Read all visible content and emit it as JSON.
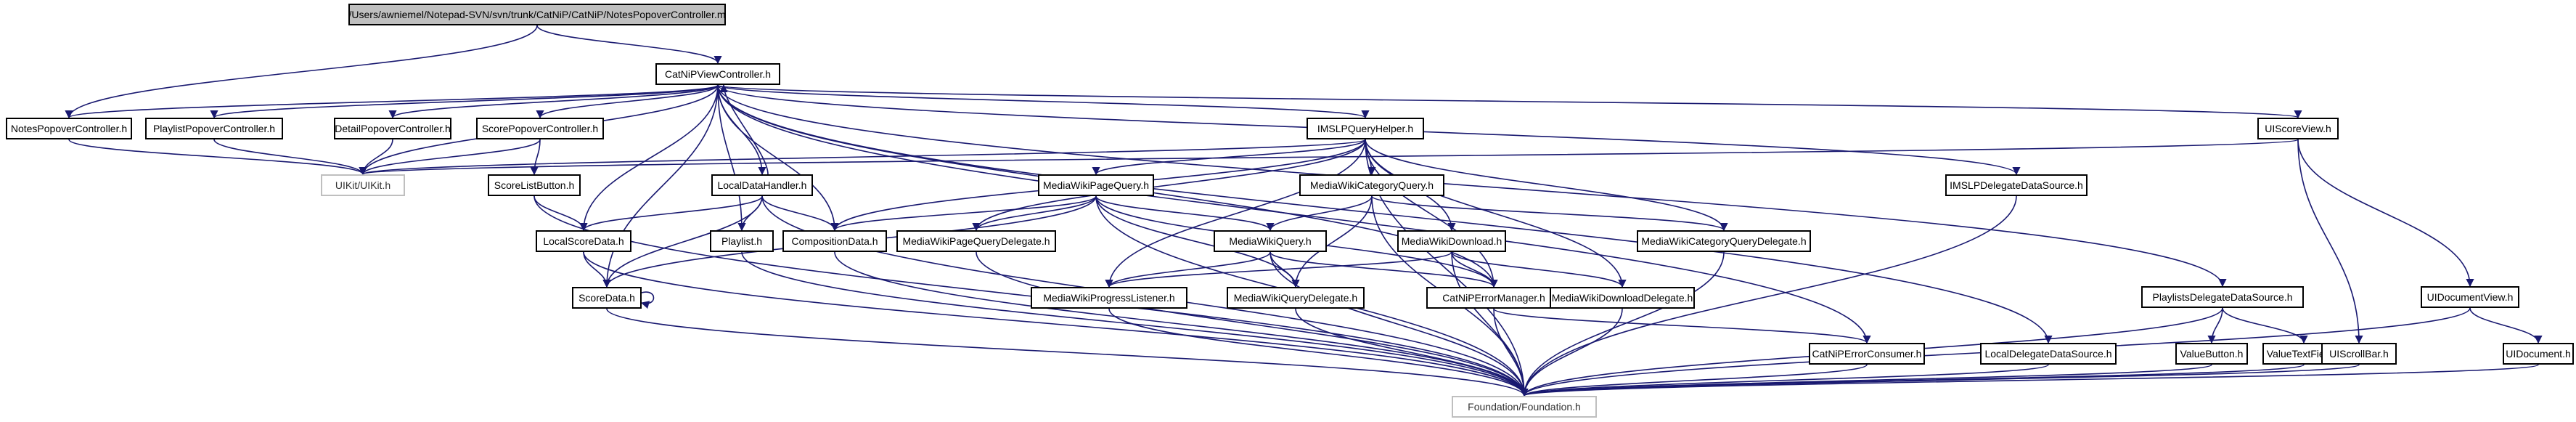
{
  "nodes": [
    {
      "id": "root",
      "label": "/Users/awniemel/Notepad-SVN/svn/trunk/CatNiP/CatNiP/NotesPopoverController.m",
      "root": true
    },
    {
      "id": "cvc",
      "label": "CatNiPViewController.h"
    },
    {
      "id": "npc",
      "label": "NotesPopoverController.h"
    },
    {
      "id": "ppc",
      "label": "PlaylistPopoverController.h"
    },
    {
      "id": "dpc",
      "label": "DetailPopoverController.h"
    },
    {
      "id": "spc",
      "label": "ScorePopoverController.h"
    },
    {
      "id": "imslpq",
      "label": "IMSLPQueryHelper.h"
    },
    {
      "id": "uiscore",
      "label": "UIScoreView.h"
    },
    {
      "id": "uikit",
      "label": "UIKit/UIKit.h",
      "gray": true
    },
    {
      "id": "ldh",
      "label": "LocalDataHandler.h"
    },
    {
      "id": "slb",
      "label": "ScoreListButton.h"
    },
    {
      "id": "mwpq",
      "label": "MediaWikiPageQuery.h"
    },
    {
      "id": "mwcq",
      "label": "MediaWikiCategoryQuery.h"
    },
    {
      "id": "imslpd",
      "label": "IMSLPDelegateDataSource.h"
    },
    {
      "id": "lsd",
      "label": "LocalScoreData.h"
    },
    {
      "id": "playlist",
      "label": "Playlist.h"
    },
    {
      "id": "comp",
      "label": "CompositionData.h"
    },
    {
      "id": "mwpqd",
      "label": "MediaWikiPageQueryDelegate.h"
    },
    {
      "id": "mwq",
      "label": "MediaWikiQuery.h"
    },
    {
      "id": "mwdl",
      "label": "MediaWikiDownload.h"
    },
    {
      "id": "mwcqd",
      "label": "MediaWikiCategoryQueryDelegate.h"
    },
    {
      "id": "pdds",
      "label": "PlaylistsDelegateDataSource.h"
    },
    {
      "id": "uidocview",
      "label": "UIDocumentView.h"
    },
    {
      "id": "score",
      "label": "ScoreData.h"
    },
    {
      "id": "mwpl",
      "label": "MediaWikiProgressListener.h"
    },
    {
      "id": "mwqd",
      "label": "MediaWikiQueryDelegate.h"
    },
    {
      "id": "cem",
      "label": "CatNiPErrorManager.h"
    },
    {
      "id": "mwdd",
      "label": "MediaWikiDownloadDelegate.h"
    },
    {
      "id": "cec",
      "label": "CatNiPErrorConsumer.h"
    },
    {
      "id": "ldds",
      "label": "LocalDelegateDataSource.h"
    },
    {
      "id": "vb",
      "label": "ValueButton.h"
    },
    {
      "id": "vtf",
      "label": "ValueTextField.h"
    },
    {
      "id": "uiscroll",
      "label": "UIScrollBar.h"
    },
    {
      "id": "uidoc",
      "label": "UIDocument.h"
    },
    {
      "id": "found",
      "label": "Foundation/Foundation.h",
      "gray": true
    }
  ],
  "edges": [
    [
      "root",
      "npc"
    ],
    [
      "root",
      "cvc"
    ],
    [
      "cvc",
      "npc"
    ],
    [
      "cvc",
      "ppc"
    ],
    [
      "cvc",
      "dpc"
    ],
    [
      "cvc",
      "spc"
    ],
    [
      "cvc",
      "uikit"
    ],
    [
      "cvc",
      "imslpq"
    ],
    [
      "cvc",
      "uiscore"
    ],
    [
      "cvc",
      "ldh"
    ],
    [
      "cvc",
      "lsd"
    ],
    [
      "cvc",
      "score"
    ],
    [
      "cvc",
      "playlist"
    ],
    [
      "cvc",
      "comp"
    ],
    [
      "cvc",
      "imslpd"
    ],
    [
      "cvc",
      "pdds"
    ],
    [
      "cvc",
      "ldds"
    ],
    [
      "cvc",
      "cec"
    ],
    [
      "cvc",
      "cem"
    ],
    [
      "npc",
      "uikit"
    ],
    [
      "ppc",
      "uikit"
    ],
    [
      "dpc",
      "uikit"
    ],
    [
      "spc",
      "uikit"
    ],
    [
      "spc",
      "slb"
    ],
    [
      "imslpq",
      "uikit"
    ],
    [
      "imslpq",
      "comp"
    ],
    [
      "imslpq",
      "mwpq"
    ],
    [
      "imslpq",
      "mwcq"
    ],
    [
      "imslpq",
      "mwdl"
    ],
    [
      "imslpq",
      "mwpl"
    ],
    [
      "imslpq",
      "mwpqd"
    ],
    [
      "imslpq",
      "mwcqd"
    ],
    [
      "imslpq",
      "mwdd"
    ],
    [
      "imslpq",
      "cem"
    ],
    [
      "imslpq",
      "found"
    ],
    [
      "uiscore",
      "uikit"
    ],
    [
      "uiscore",
      "uiscroll"
    ],
    [
      "uiscore",
      "uidocview"
    ],
    [
      "ldh",
      "cvc"
    ],
    [
      "ldh",
      "lsd"
    ],
    [
      "ldh",
      "score"
    ],
    [
      "ldh",
      "playlist"
    ],
    [
      "ldh",
      "comp"
    ],
    [
      "ldh",
      "found"
    ],
    [
      "slb",
      "lsd"
    ],
    [
      "slb",
      "found"
    ],
    [
      "mwpq",
      "comp"
    ],
    [
      "mwpq",
      "mwpqd"
    ],
    [
      "mwpq",
      "mwq"
    ],
    [
      "mwpq",
      "mwqd"
    ],
    [
      "mwpq",
      "score"
    ],
    [
      "mwpq",
      "cem"
    ],
    [
      "mwpq",
      "found"
    ],
    [
      "mwcq",
      "mwq"
    ],
    [
      "mwcq",
      "mwcqd"
    ],
    [
      "mwcq",
      "mwqd"
    ],
    [
      "mwcq",
      "found"
    ],
    [
      "imslpd",
      "found"
    ],
    [
      "lsd",
      "score"
    ],
    [
      "lsd",
      "found"
    ],
    [
      "playlist",
      "found"
    ],
    [
      "comp",
      "found"
    ],
    [
      "mwpqd",
      "found"
    ],
    [
      "mwq",
      "mwpl"
    ],
    [
      "mwq",
      "mwqd"
    ],
    [
      "mwq",
      "cem"
    ],
    [
      "mwq",
      "found"
    ],
    [
      "mwdl",
      "mwpl"
    ],
    [
      "mwdl",
      "cem"
    ],
    [
      "mwdl",
      "mwdd"
    ],
    [
      "mwdl",
      "found"
    ],
    [
      "mwcqd",
      "found"
    ],
    [
      "pdds",
      "vb"
    ],
    [
      "pdds",
      "vtf"
    ],
    [
      "pdds",
      "found"
    ],
    [
      "uidocview",
      "uidoc"
    ],
    [
      "uidocview",
      "found"
    ],
    [
      "score",
      "score"
    ],
    [
      "score",
      "found"
    ],
    [
      "mwpl",
      "found"
    ],
    [
      "mwqd",
      "found"
    ],
    [
      "cem",
      "cec"
    ],
    [
      "cem",
      "found"
    ],
    [
      "mwdd",
      "found"
    ],
    [
      "cec",
      "found"
    ],
    [
      "ldds",
      "found"
    ],
    [
      "vb",
      "found"
    ],
    [
      "vtf",
      "found"
    ],
    [
      "uiscroll",
      "found"
    ],
    [
      "uidoc",
      "found"
    ]
  ]
}
